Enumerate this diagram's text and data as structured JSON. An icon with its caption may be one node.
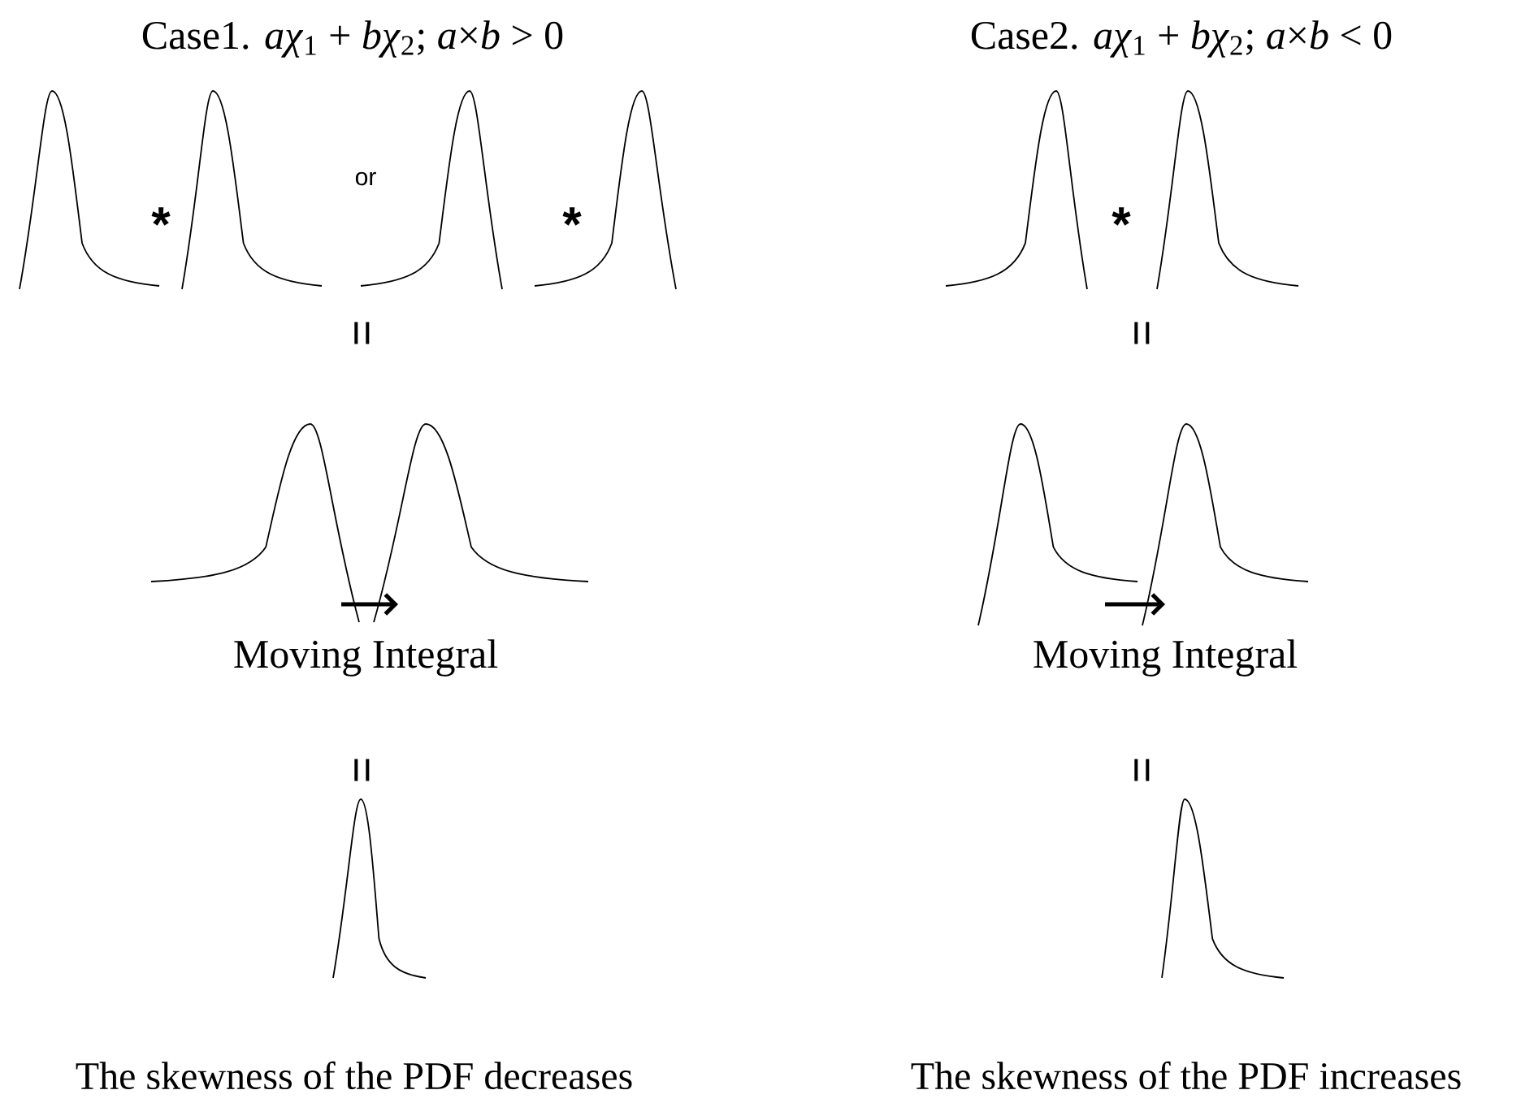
{
  "diagram": {
    "labels": [
      "Case1. *aχ*$_{1}$ + *bχ*$_{2}$; *a*×*b* > 0",
      "Case2. *aχ*$_{1}$ + *bχ*$_{2}$; *a*×*b* < 0",
      "*",
      "or",
      "*",
      "*",
      "=",
      "=",
      "Moving Integral",
      "Moving Integral",
      "=",
      "=",
      "The skewness of the PDF decreases",
      "The skewness of the PDF increases"
    ]
  }
}
